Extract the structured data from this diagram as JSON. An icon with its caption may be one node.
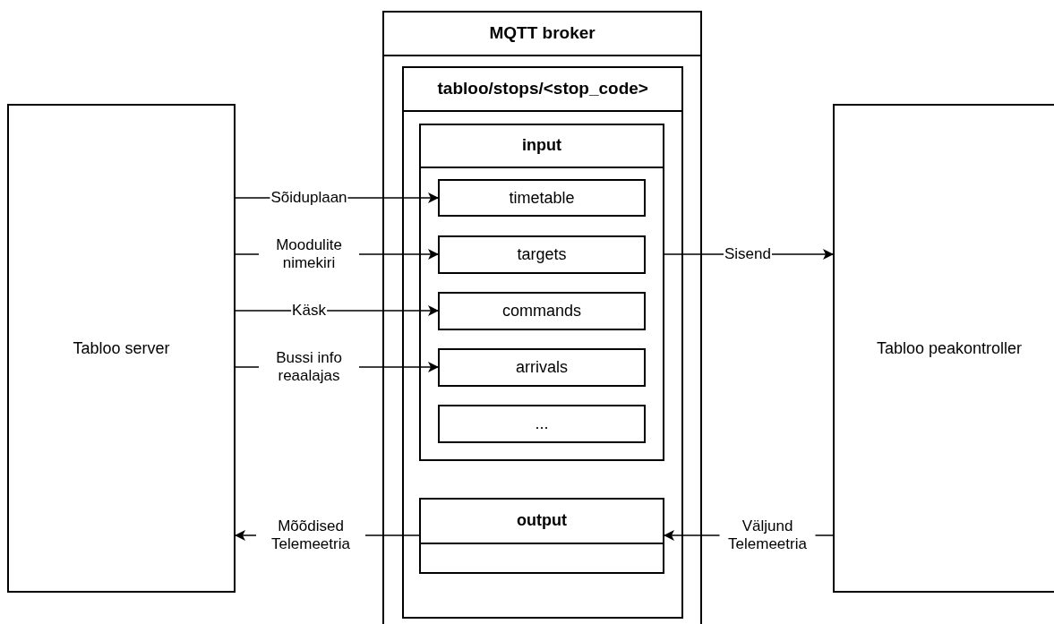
{
  "diagram": {
    "nodes": [
      {
        "text": [
          "Tabloo server"
        ]
      },
      {
        "text": [
          "MQTT broker"
        ]
      },
      {
        "text": [
          "tabloo/stops/<stop_code>"
        ],
        "in": 1
      },
      {
        "text": [
          "input"
        ],
        "in": 2
      },
      {
        "text": [
          "timetable"
        ],
        "in": 3
      },
      {
        "text": [
          "targets"
        ],
        "in": 3
      },
      {
        "text": [
          "commands"
        ],
        "in": 3
      },
      {
        "text": [
          "arrivals"
        ],
        "in": 3
      },
      {
        "text": [
          "..."
        ],
        "in": 3
      },
      {
        "text": [
          "output"
        ],
        "in": 2
      },
      {
        "text": [
          "Tabloo peakontroller"
        ]
      }
    ],
    "edges": [
      {
        "from": 0,
        "to": 4,
        "arrow": "to",
        "label": "Sõiduplaan"
      },
      {
        "from": 0,
        "to": 5,
        "arrow": "to",
        "label": "Moodulite nimekiri"
      },
      {
        "from": 0,
        "to": 6,
        "arrow": "to",
        "label": "Käsk"
      },
      {
        "from": 0,
        "to": 7,
        "arrow": "to",
        "label": "Bussi info reaalajas"
      },
      {
        "from": 3,
        "to": 10,
        "arrow": "to",
        "label": "Sisend"
      },
      {
        "from": 10,
        "to": 9,
        "arrow": "to",
        "label": "Väljund Telemeetria"
      },
      {
        "from": 9,
        "to": 0,
        "arrow": "to",
        "label": "Mõõdised Telemeetria"
      }
    ]
  }
}
